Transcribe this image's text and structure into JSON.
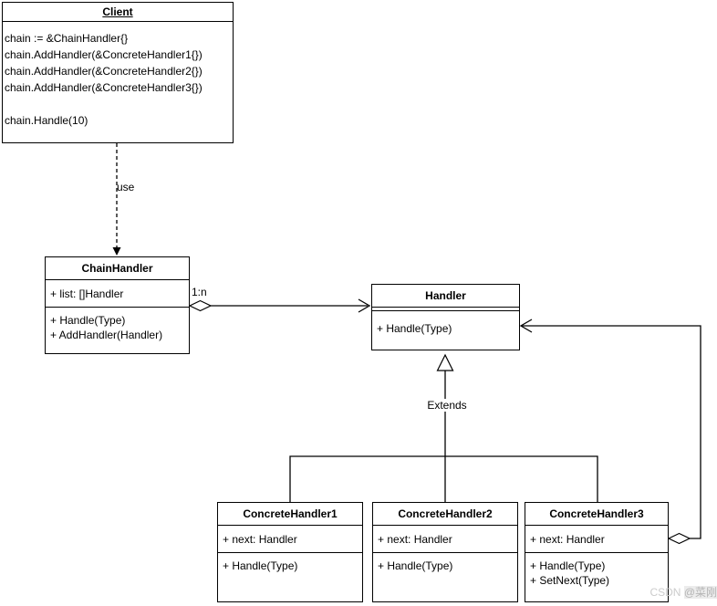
{
  "diagram_title": "Chain of Responsibility UML",
  "colors": {
    "line": "#000000",
    "background": "#ffffff",
    "watermark_text": "#c9c9c9"
  },
  "connectors": {
    "use_label": "use",
    "aggregation_multiplicity": "1:n",
    "extends_label": "Extends"
  },
  "watermark": {
    "site": "CSDN",
    "user": "@菜刚"
  },
  "classes": {
    "client": {
      "name": "Client",
      "body": [
        "chain := &ChainHandler{}",
        "chain.AddHandler(&ConcreteHandler1{})",
        "chain.AddHandler(&ConcreteHandler2{})",
        "chain.AddHandler(&ConcreteHandler3{})",
        "",
        "chain.Handle(10)"
      ]
    },
    "chain_handler": {
      "name": "ChainHandler",
      "attributes": [
        "+ list: []Handler"
      ],
      "methods": [
        "+ Handle(Type)",
        "+ AddHandler(Handler)"
      ]
    },
    "handler": {
      "name": "Handler",
      "methods": [
        "+ Handle(Type)"
      ]
    },
    "concrete_handler1": {
      "name": "ConcreteHandler1",
      "attributes": [
        "+ next: Handler"
      ],
      "methods": [
        "+ Handle(Type)"
      ]
    },
    "concrete_handler2": {
      "name": "ConcreteHandler2",
      "attributes": [
        "+ next: Handler"
      ],
      "methods": [
        "+ Handle(Type)"
      ]
    },
    "concrete_handler3": {
      "name": "ConcreteHandler3",
      "attributes": [
        "+ next: Handler"
      ],
      "methods": [
        "+ Handle(Type)",
        "+ SetNext(Type)"
      ]
    }
  }
}
